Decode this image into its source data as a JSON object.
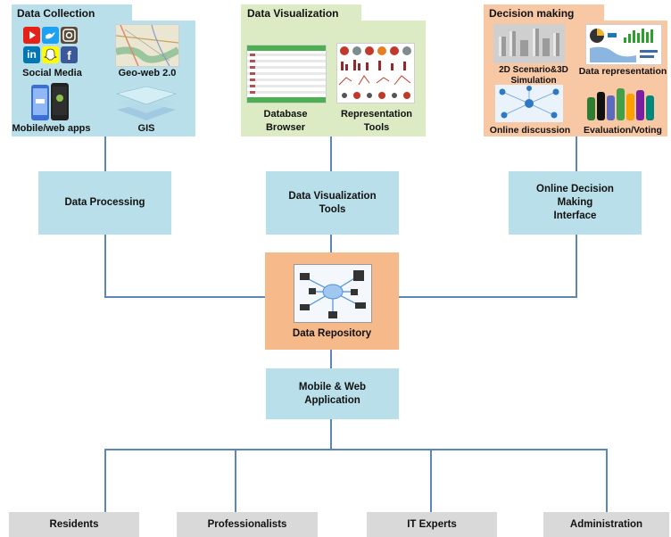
{
  "panels": {
    "collection": {
      "title": "Data Collection",
      "items": [
        "Social Media",
        "Geo-web 2.0",
        "Mobile/web apps",
        "GIS"
      ]
    },
    "visualization": {
      "title": "Data Visualization",
      "items": [
        "Database\nBrowser",
        "Representation\nTools"
      ]
    },
    "decision": {
      "title": "Decision making",
      "items": [
        "2D Scenario&3D\nSimulation",
        "Data representation",
        "Online discussion",
        "Evaluation/Voting"
      ]
    }
  },
  "boxes": {
    "processing": "Data Processing",
    "vis_tools": "Data Visualization\nTools",
    "online_decision": "Online Decision\nMaking\nInterface",
    "repository": "Data Repository",
    "mobile_web": "Mobile & Web\nApplication"
  },
  "users": [
    "Residents",
    "Professionalists",
    "IT Experts",
    "Administration"
  ],
  "social_icons": [
    "youtube-icon",
    "twitter-icon",
    "instagram-icon",
    "linkedin-icon",
    "snapchat-icon",
    "facebook-icon"
  ]
}
